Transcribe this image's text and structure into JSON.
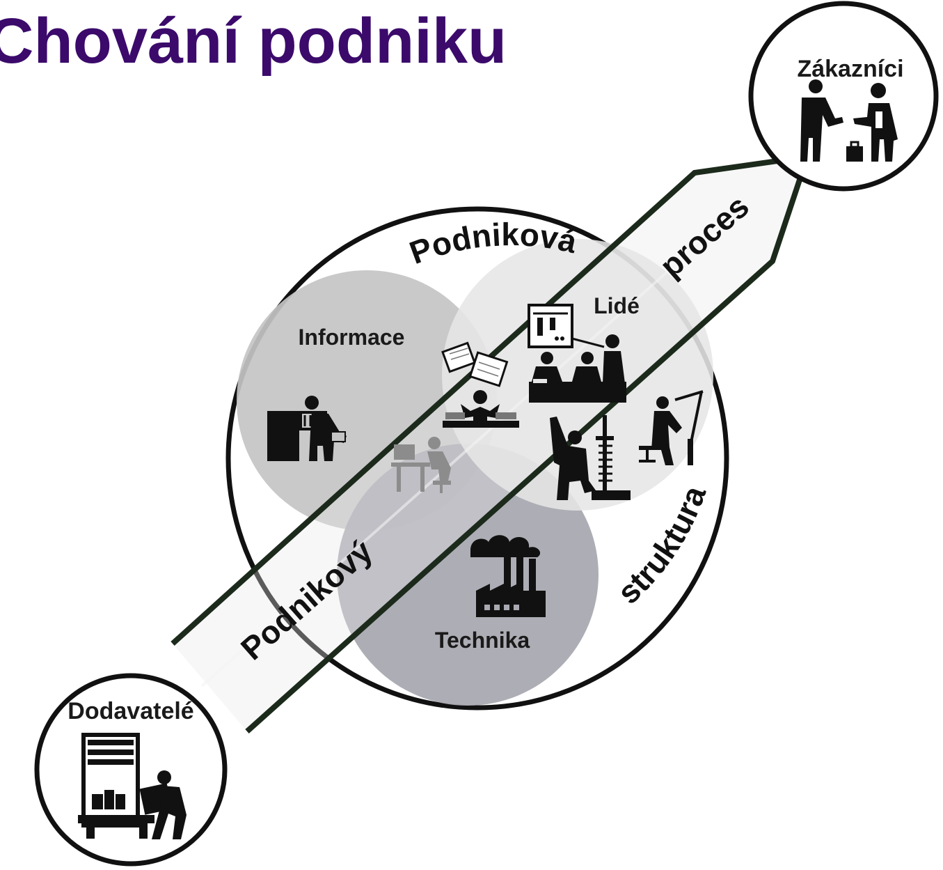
{
  "title": "Chování podniku",
  "diagram": {
    "customers_label": "Zákazníci",
    "suppliers_label": "Dodavatelé",
    "structure_top_label": "Podniková",
    "structure_bottom_label": "struktura",
    "process_top_label": "proces",
    "process_bottom_label": "Podnikový",
    "information_label": "Informace",
    "people_label": "Lidé",
    "technology_label": "Technika"
  },
  "colors": {
    "title": "#3b0a6b",
    "information_circle": "#c4c4c4",
    "people_circle": "#e6e6e6",
    "technology_circle": "#a9a9b1",
    "outline": "#111111"
  },
  "icons": [
    "handshake-icon",
    "warehouse-worker-icon",
    "filing-clerk-icon",
    "juggler-icon",
    "computer-user-icon",
    "presentation-meeting-icon",
    "drafter-icon",
    "machine-operator-icon",
    "factory-icon"
  ]
}
